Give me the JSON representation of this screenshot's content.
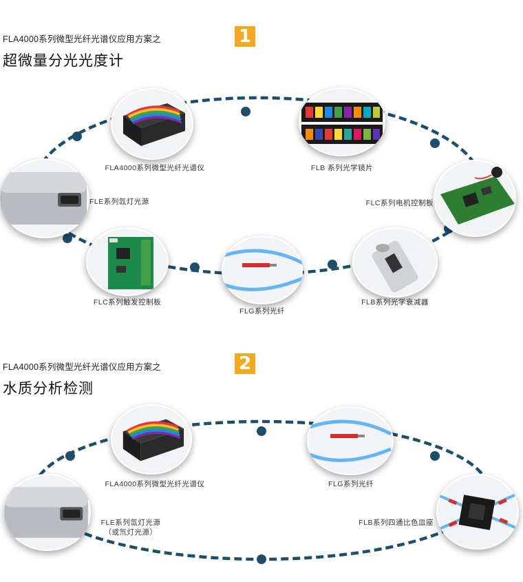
{
  "section1": {
    "header": "FLA4000系列微型光纤光谱仪应用方案之",
    "badge": "1",
    "title": "超微量分光光度计",
    "nodes": [
      {
        "label": "FLA4000系列微型光纤光谱仪",
        "icon": "spectrometer-icon"
      },
      {
        "label": "FLB 系列光学镜片",
        "icon": "optical-filter-set-icon"
      },
      {
        "label": "FLE系列氙灯光源",
        "icon": "light-source-icon"
      },
      {
        "label": "FLC系列电机控制板",
        "icon": "motor-control-board-icon"
      },
      {
        "label": "FLC系列触发控制板",
        "icon": "trigger-control-board-icon"
      },
      {
        "label": "FLG系列光纤",
        "icon": "optical-fiber-icon"
      },
      {
        "label": "FLB系列光学衰减器",
        "icon": "attenuator-icon"
      }
    ]
  },
  "section2": {
    "header": "FLA4000系列微型光纤光谱仪应用方案之",
    "badge": "2",
    "title": "水质分析检测",
    "nodes": [
      {
        "label": "FLA4000系列微型光纤光谱仪",
        "icon": "spectrometer-icon"
      },
      {
        "label": "FLG系列光纤",
        "icon": "optical-fiber-icon"
      },
      {
        "label": "FLE系列氙灯光源",
        "icon": "light-source-icon"
      },
      {
        "label": "（或氘灯光源）",
        "icon": ""
      },
      {
        "label": "FLB系列四通比色皿座",
        "icon": "cuvette-holder-icon"
      }
    ]
  },
  "colors": {
    "ring": "#1f4e6b",
    "badge": "#f2a81f"
  }
}
